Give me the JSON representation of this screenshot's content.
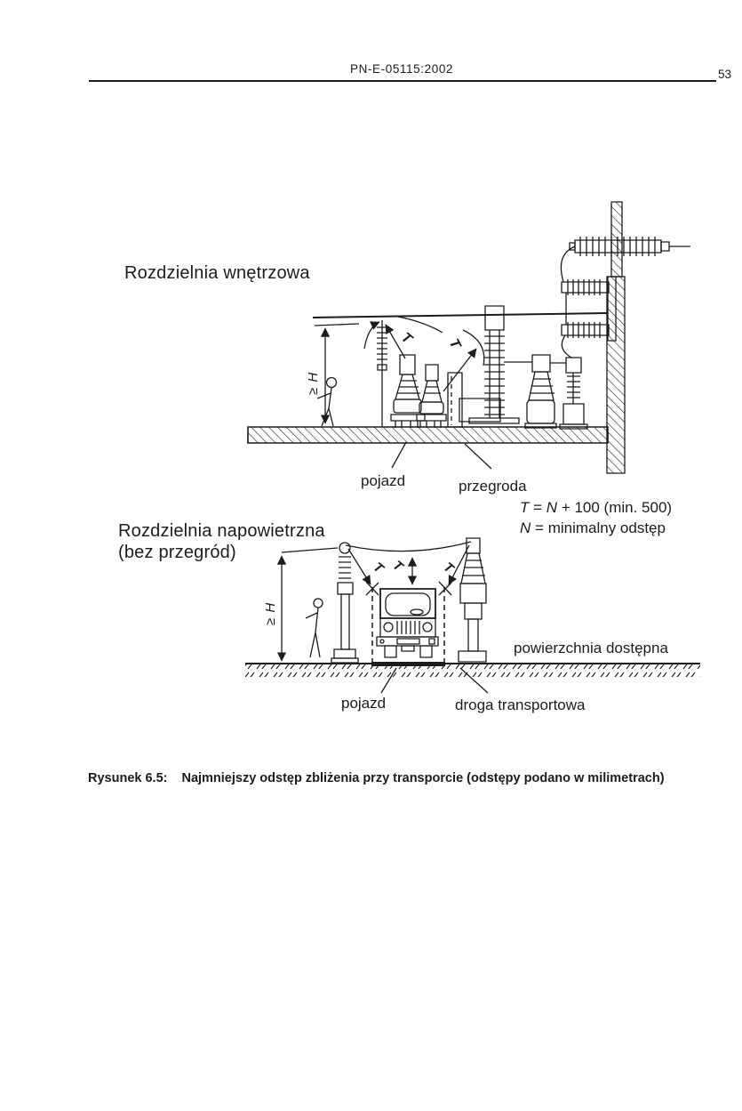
{
  "header": {
    "standard": "PN-E-05115:2002",
    "page": "53"
  },
  "diagram_indoor": {
    "title": "Rozdzielnia wnętrzowa",
    "height_label": "≥ H",
    "t_label": "T",
    "label_pojazd": "pojazd",
    "label_przegroda": "przegroda"
  },
  "formulas": {
    "line1": {
      "lhs": "T",
      "eq": "=",
      "var": "N",
      "rest": "+ 100 (min. 500)"
    },
    "line2": {
      "lhs": "N",
      "eq": "=",
      "rest": "minimalny odstęp"
    }
  },
  "diagram_outdoor": {
    "title_line1": "Rozdzielnia napowietrzna",
    "title_line2": "(bez przegród)",
    "height_label": "≥ H",
    "t_label": "T",
    "label_powierzchnia": "powierzchnia dostępna",
    "label_pojazd": "pojazd",
    "label_droga": "droga transportowa"
  },
  "caption": {
    "figure": "Rysunek 6.5:",
    "text": "Najmniejszy odstęp zbliżenia przy transporcie (odstępy podano w milimetrach)"
  }
}
